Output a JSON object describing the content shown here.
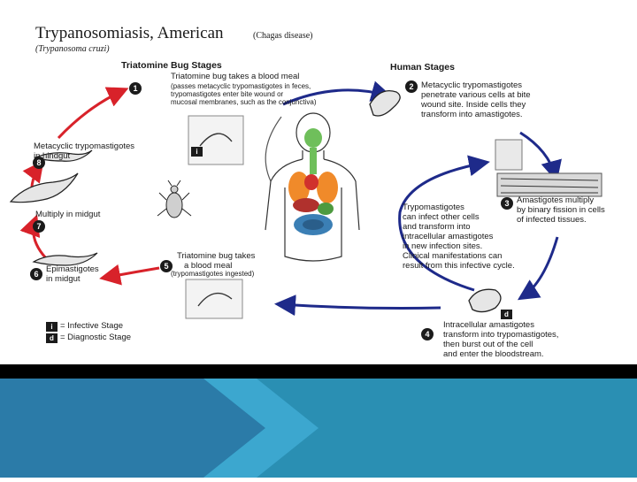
{
  "title": {
    "main": "Trypanosomiasis, American",
    "paren": "(Chagas disease)",
    "species": "(Trypanosoma cruzi)"
  },
  "headers": {
    "bug": "Triatomine Bug Stages",
    "human": "Human Stages"
  },
  "steps": {
    "s1": {
      "num": "1",
      "l1": "Triatomine bug takes a blood meal",
      "l2": "(passes metacyclic trypomastigotes in feces,",
      "l3": "trypomastigotes enter bite wound or",
      "l4": "mucosal membranes, such as the conjunctiva)"
    },
    "s2": {
      "num": "2",
      "l1": "Metacyclic trypomastigotes",
      "l2": "penetrate various cells at bite",
      "l3": "wound site. Inside cells they",
      "l4": "transform into amastigotes."
    },
    "s3": {
      "num": "3",
      "l1": "Amastigotes multiply",
      "l2": "by binary fission in cells",
      "l3": "of infected tissues."
    },
    "s4": {
      "num": "4",
      "l1": "Intracellular amastigotes",
      "l2": "transform into trypomastigotes,",
      "l3": "then burst out of the cell",
      "l4": "and enter the bloodstream."
    },
    "s5": {
      "num": "5",
      "l1": "Triatomine bug takes",
      "l2": "a blood meal",
      "l3": "(trypomastigotes ingested)"
    },
    "s6": {
      "num": "6",
      "l1": "Epimastigotes",
      "l2": "in midgut"
    },
    "s7": {
      "num": "7",
      "l1": "Multiply in midgut"
    },
    "s8": {
      "num": "8",
      "l1": "Metacyclic trypomastigotes",
      "l2": "in hindgut"
    }
  },
  "center_note": {
    "l1": "Trypomastigotes",
    "l2": "can infect other cells",
    "l3": "and transform into",
    "l4": "intracellular amastigotes",
    "l5": "in new infection sites.",
    "l6": "Clinical manifestations can",
    "l7": "result from this infective cycle."
  },
  "legend": {
    "i_badge": "i",
    "i_text": "= Infective Stage",
    "d_badge": "d",
    "d_text": "= Diagnostic Stage"
  },
  "colors": {
    "red_arrow": "#d8222a",
    "blue_arrow": "#1e2a8a",
    "bottom_teal": "#2a8fb3"
  }
}
